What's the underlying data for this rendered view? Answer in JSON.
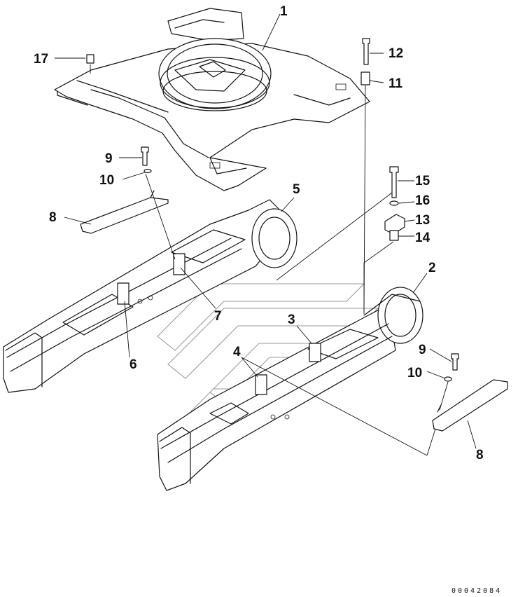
{
  "callouts": {
    "c1": "1",
    "c2": "2",
    "c3": "3",
    "c4": "4",
    "c5": "5",
    "c6": "6",
    "c7": "7",
    "c8a": "8",
    "c8b": "8",
    "c9a": "9",
    "c9b": "9",
    "c10a": "10",
    "c10b": "10",
    "c11": "11",
    "c12": "12",
    "c13": "13",
    "c14": "14",
    "c15": "15",
    "c16": "16",
    "c17": "17"
  },
  "doc_id": "00042084"
}
